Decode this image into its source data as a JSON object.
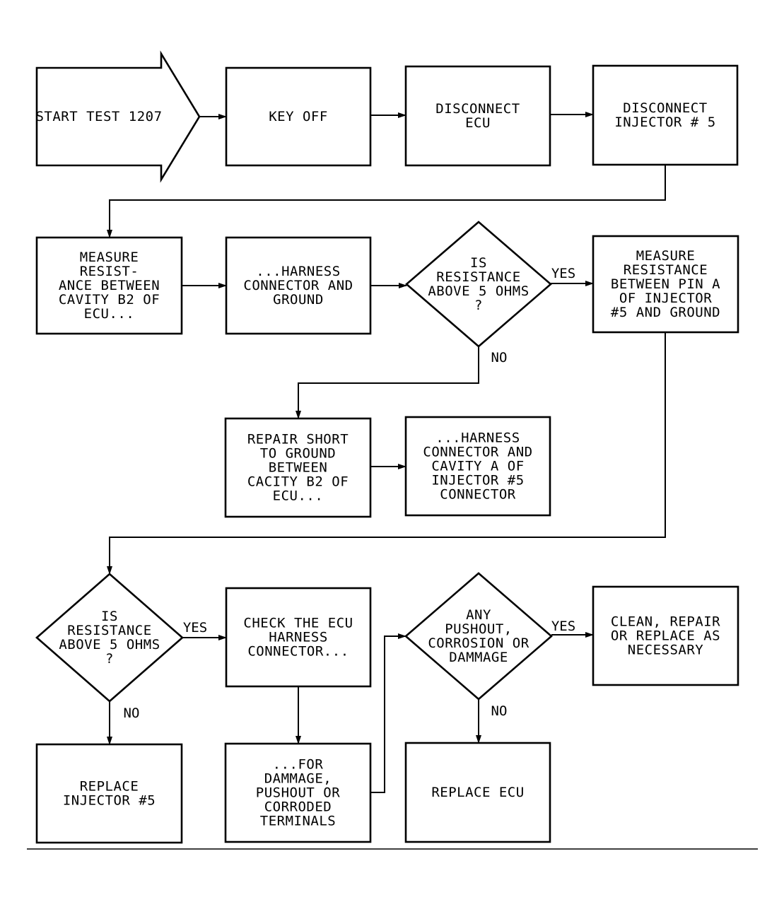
{
  "diagram": {
    "nodes": [
      {
        "id": "start",
        "shape": "arrow",
        "lines": [
          "START TEST 1207"
        ]
      },
      {
        "id": "key-off",
        "shape": "box",
        "lines": [
          "KEY OFF"
        ]
      },
      {
        "id": "disc-ecu",
        "shape": "box",
        "lines": [
          "DISCONNECT",
          "ECU"
        ]
      },
      {
        "id": "disc-inj",
        "shape": "box",
        "lines": [
          "DISCONNECT",
          "INJECTOR # 5"
        ]
      },
      {
        "id": "measure1",
        "shape": "box",
        "lines": [
          "MEASURE",
          "RESIST-",
          "ANCE BETWEEN",
          "CAVITY B2 OF",
          "ECU..."
        ]
      },
      {
        "id": "harness1",
        "shape": "box",
        "lines": [
          "...HARNESS",
          "CONNECTOR AND",
          "GROUND"
        ]
      },
      {
        "id": "dec1",
        "shape": "diamond",
        "lines": [
          "IS",
          "RESISTANCE",
          "ABOVE 5 OHMS",
          "?"
        ]
      },
      {
        "id": "measure2",
        "shape": "box",
        "lines": [
          "MEASURE",
          "RESISTANCE",
          "BETWEEN PIN A",
          "OF INJECTOR",
          "#5 AND GROUND"
        ]
      },
      {
        "id": "repair-short",
        "shape": "box",
        "lines": [
          "REPAIR SHORT",
          "TO GROUND",
          "BETWEEN",
          "CACITY B2 OF",
          "ECU..."
        ]
      },
      {
        "id": "harness2",
        "shape": "box",
        "lines": [
          "...HARNESS",
          "CONNECTOR AND",
          "CAVITY A OF",
          "INJECTOR #5",
          "CONNECTOR"
        ]
      },
      {
        "id": "dec2",
        "shape": "diamond",
        "lines": [
          "IS",
          "RESISTANCE",
          "ABOVE 5 OHMS",
          "?"
        ]
      },
      {
        "id": "check-ecu",
        "shape": "box",
        "lines": [
          "CHECK THE ECU",
          "HARNESS",
          "CONNECTOR..."
        ]
      },
      {
        "id": "dec3",
        "shape": "diamond",
        "lines": [
          "ANY",
          "PUSHOUT,",
          "CORROSION OR",
          "DAMMAGE"
        ]
      },
      {
        "id": "clean",
        "shape": "box",
        "lines": [
          "CLEAN, REPAIR",
          "OR REPLACE AS",
          "NECESSARY"
        ]
      },
      {
        "id": "replace-inj",
        "shape": "box",
        "lines": [
          "REPLACE",
          "INJECTOR #5"
        ]
      },
      {
        "id": "for-dammage",
        "shape": "box",
        "lines": [
          "...FOR",
          "DAMMAGE,",
          "PUSHOUT OR",
          "CORRODED",
          "TERMINALS"
        ]
      },
      {
        "id": "replace-ecu",
        "shape": "box",
        "lines": [
          "REPLACE ECU"
        ]
      }
    ],
    "edges": [
      {
        "from": "start",
        "to": "key-off",
        "label": ""
      },
      {
        "from": "key-off",
        "to": "disc-ecu",
        "label": ""
      },
      {
        "from": "disc-ecu",
        "to": "disc-inj",
        "label": ""
      },
      {
        "from": "disc-inj",
        "to": "measure1",
        "label": ""
      },
      {
        "from": "measure1",
        "to": "harness1",
        "label": ""
      },
      {
        "from": "harness1",
        "to": "dec1",
        "label": ""
      },
      {
        "from": "dec1",
        "to": "measure2",
        "label": "YES"
      },
      {
        "from": "dec1",
        "to": "repair-short",
        "label": "NO"
      },
      {
        "from": "repair-short",
        "to": "harness2",
        "label": ""
      },
      {
        "from": "measure2",
        "to": "dec2",
        "label": ""
      },
      {
        "from": "dec2",
        "to": "check-ecu",
        "label": "YES"
      },
      {
        "from": "dec2",
        "to": "replace-inj",
        "label": "NO"
      },
      {
        "from": "check-ecu",
        "to": "for-dammage",
        "label": ""
      },
      {
        "from": "for-dammage",
        "to": "dec3",
        "label": ""
      },
      {
        "from": "dec3",
        "to": "clean",
        "label": "YES"
      },
      {
        "from": "dec3",
        "to": "replace-ecu",
        "label": "NO"
      }
    ]
  }
}
